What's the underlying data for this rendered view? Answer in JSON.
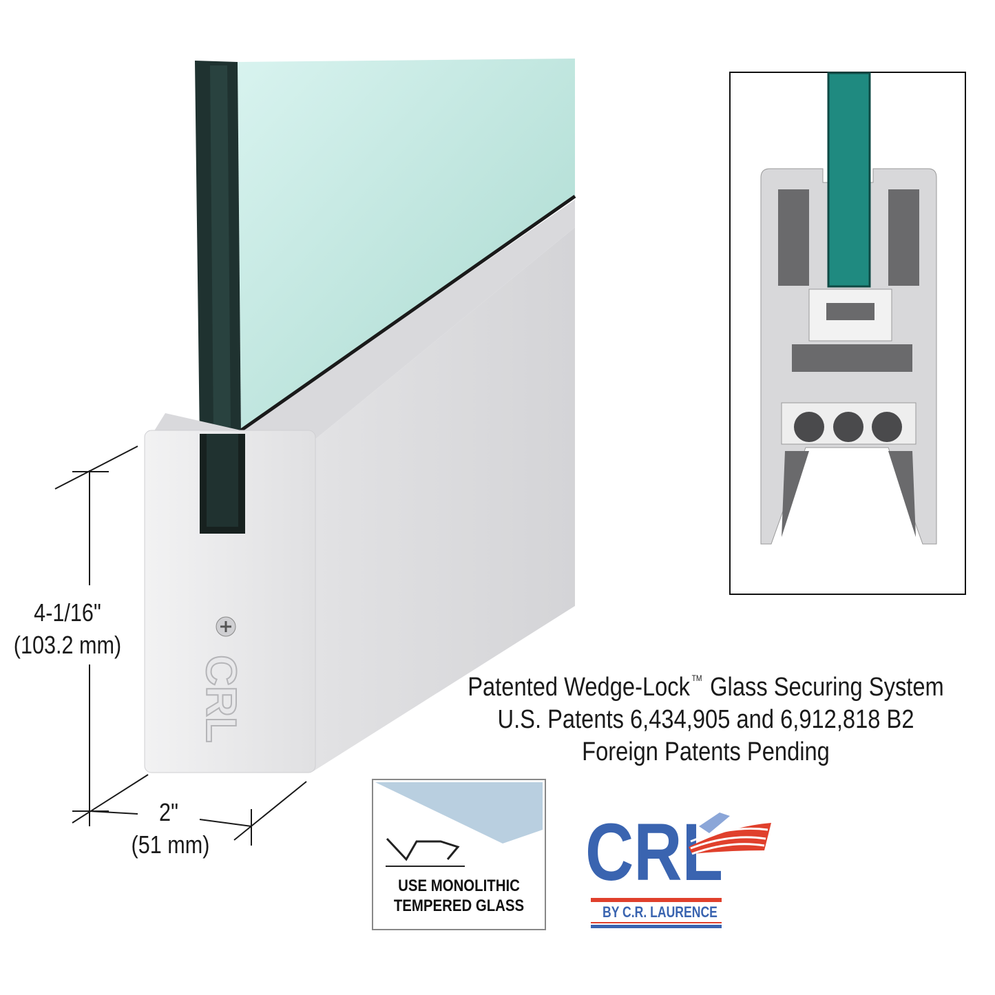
{
  "dimensions": {
    "height_in": "4-1/16\"",
    "height_mm": "(103.2 mm)",
    "width_in": "2\"",
    "width_mm": "(51 mm)"
  },
  "patent_text": {
    "line1_prefix": "Patented Wedge-Lock",
    "line1_tm": "TM",
    "line1_suffix": " Glass Securing System",
    "line2": "U.S. Patents 6,434,905 and 6,912,818 B2",
    "line3": "Foreign Patents Pending"
  },
  "glass_badge": {
    "line1": "USE MONOLITHIC",
    "line2": "TEMPERED GLASS"
  },
  "logo": {
    "wordmark": "CRL",
    "tagline": "BY C.R. LAURENCE",
    "rail_engraving": "CRL"
  },
  "colors": {
    "glass": "#c8ece6",
    "glass_edge": "#1f3230",
    "rail": "#e4e4e6",
    "inset_glass": "#1f8a80",
    "logo_blue": "#3a64b0",
    "logo_red": "#e0402c"
  }
}
